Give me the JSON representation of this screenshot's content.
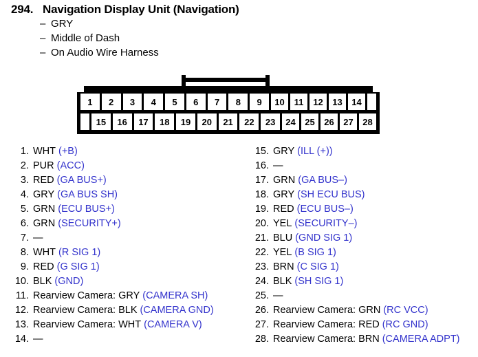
{
  "header": {
    "entry_number": "294.",
    "title": "Navigation Display Unit (Navigation)",
    "subtitles": [
      "GRY",
      "Middle of Dash",
      "On Audio Wire Harness"
    ],
    "dash": "–"
  },
  "connector": {
    "top_pins": [
      "1",
      "2",
      "3",
      "4",
      "5",
      "6",
      "7",
      "8",
      "9",
      "10",
      "11",
      "12",
      "13",
      "14"
    ],
    "bottom_pins": [
      "15",
      "16",
      "17",
      "18",
      "19",
      "20",
      "21",
      "22",
      "23",
      "24",
      "25",
      "26",
      "27",
      "28"
    ]
  },
  "colors": {
    "signal_text": "#3333cc",
    "body_text": "#000000",
    "connector_shell": "#000000",
    "background": "#ffffff"
  },
  "empty_marker": "—",
  "pins_left": [
    {
      "num": "1.",
      "desc": "WHT",
      "signal": "(+B)"
    },
    {
      "num": "2.",
      "desc": "PUR",
      "signal": "(ACC)"
    },
    {
      "num": "3.",
      "desc": "RED",
      "signal": "(GA BUS+)"
    },
    {
      "num": "4.",
      "desc": "GRY",
      "signal": "(GA BUS SH)"
    },
    {
      "num": "5.",
      "desc": "GRN",
      "signal": "(ECU BUS+)"
    },
    {
      "num": "6.",
      "desc": "GRN",
      "signal": "(SECURITY+)"
    },
    {
      "num": "7.",
      "desc": "—",
      "signal": ""
    },
    {
      "num": "8.",
      "desc": "WHT",
      "signal": "(R SIG 1)"
    },
    {
      "num": "9.",
      "desc": "RED",
      "signal": "(G SIG 1)"
    },
    {
      "num": "10.",
      "desc": "BLK",
      "signal": "(GND)"
    },
    {
      "num": "11.",
      "desc": "Rearview Camera: GRY",
      "signal": "(CAMERA SH)"
    },
    {
      "num": "12.",
      "desc": "Rearview Camera: BLK",
      "signal": "(CAMERA GND)"
    },
    {
      "num": "13.",
      "desc": "Rearview Camera: WHT",
      "signal": "(CAMERA V)"
    },
    {
      "num": "14.",
      "desc": "—",
      "signal": ""
    }
  ],
  "pins_right": [
    {
      "num": "15.",
      "desc": "GRY",
      "signal": "(ILL (+))"
    },
    {
      "num": "16.",
      "desc": "—",
      "signal": ""
    },
    {
      "num": "17.",
      "desc": "GRN",
      "signal": "(GA BUS–)"
    },
    {
      "num": "18.",
      "desc": "GRY",
      "signal": "(SH ECU BUS)"
    },
    {
      "num": "19.",
      "desc": "RED",
      "signal": "(ECU BUS–)"
    },
    {
      "num": "20.",
      "desc": "YEL",
      "signal": "(SECURITY–)"
    },
    {
      "num": "21.",
      "desc": "BLU",
      "signal": "(GND SIG 1)"
    },
    {
      "num": "22.",
      "desc": "YEL",
      "signal": "(B SIG 1)"
    },
    {
      "num": "23.",
      "desc": "BRN",
      "signal": "(C SIG 1)"
    },
    {
      "num": "24.",
      "desc": "BLK",
      "signal": "(SH SIG 1)"
    },
    {
      "num": "25.",
      "desc": "—",
      "signal": ""
    },
    {
      "num": "26.",
      "desc": "Rearview Camera: GRN",
      "signal": "(RC VCC)"
    },
    {
      "num": "27.",
      "desc": "Rearview Camera: RED",
      "signal": "(RC GND)"
    },
    {
      "num": "28.",
      "desc": "Rearview Camera: BRN",
      "signal": "(CAMERA ADPT)"
    }
  ]
}
